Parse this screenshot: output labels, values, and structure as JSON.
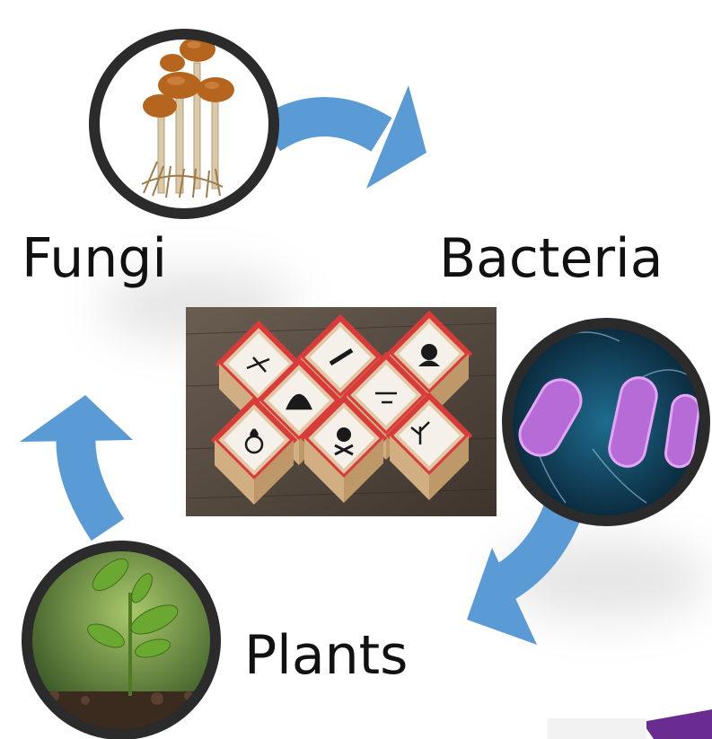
{
  "labels": {
    "fungi": "Fungi",
    "bacteria": "Bacteria",
    "plants": "Plants"
  },
  "colors": {
    "arrow": "#5b9bd5",
    "ring": "#2b2b2b",
    "hazard_red": "#d93a3a",
    "purple_corner": "#6a2c91"
  },
  "icons": {
    "cycle_arrows": "curved-arrow-icon",
    "fungi": "mushroom-icon",
    "bacteria": "bacteria-icon",
    "plants": "seedling-icon",
    "hazards": [
      "explosive-icon",
      "gas-cylinder-icon",
      "health-hazard-icon",
      "flammable-icon",
      "corrosive-icon",
      "oxidizer-icon",
      "toxic-skull-icon",
      "environment-hazard-icon"
    ]
  }
}
